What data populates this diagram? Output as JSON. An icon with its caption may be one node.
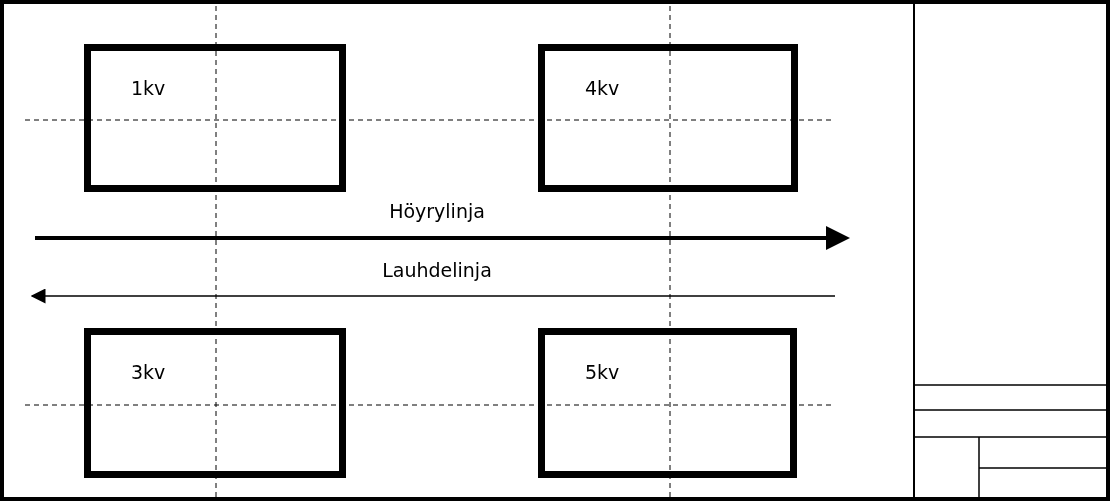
{
  "diagram": {
    "nodes": [
      {
        "text": [
          "1kv"
        ]
      },
      {
        "text": [
          "4kv"
        ]
      },
      {
        "text": [
          "3kv"
        ]
      },
      {
        "text": [
          "5kv"
        ]
      }
    ],
    "labels": [
      "Höyrylinja",
      "Lauhdelinja"
    ]
  }
}
